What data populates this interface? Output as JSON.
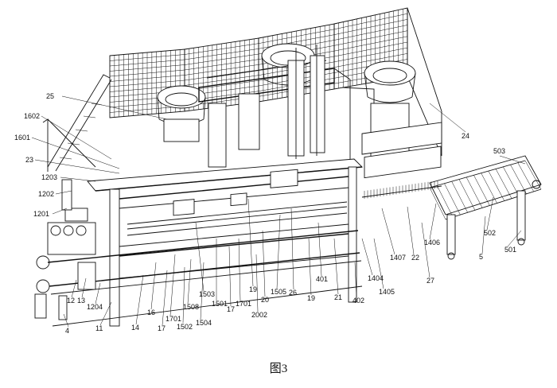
{
  "figure": {
    "caption": "图3",
    "callouts": [
      {
        "id": "25",
        "text": "25"
      },
      {
        "id": "1602",
        "text": "1602"
      },
      {
        "id": "1601",
        "text": "1601"
      },
      {
        "id": "23",
        "text": "23"
      },
      {
        "id": "1203",
        "text": "1203"
      },
      {
        "id": "1202",
        "text": "1202"
      },
      {
        "id": "1201",
        "text": "1201"
      },
      {
        "id": "12",
        "text": "12"
      },
      {
        "id": "13",
        "text": "13"
      },
      {
        "id": "1204",
        "text": "1204"
      },
      {
        "id": "4",
        "text": "4"
      },
      {
        "id": "11",
        "text": "11"
      },
      {
        "id": "14",
        "text": "14"
      },
      {
        "id": "16",
        "text": "16"
      },
      {
        "id": "17a",
        "text": "17"
      },
      {
        "id": "1701a",
        "text": "1701"
      },
      {
        "id": "1502",
        "text": "1502"
      },
      {
        "id": "1508",
        "text": "1508"
      },
      {
        "id": "1504",
        "text": "1504"
      },
      {
        "id": "1503",
        "text": "1503"
      },
      {
        "id": "1501",
        "text": "1501"
      },
      {
        "id": "17b",
        "text": "17"
      },
      {
        "id": "1701b",
        "text": "1701"
      },
      {
        "id": "19a",
        "text": "19"
      },
      {
        "id": "2002",
        "text": "2002"
      },
      {
        "id": "20",
        "text": "20"
      },
      {
        "id": "1505",
        "text": "1505"
      },
      {
        "id": "26",
        "text": "26"
      },
      {
        "id": "19b",
        "text": "19"
      },
      {
        "id": "401",
        "text": "401"
      },
      {
        "id": "21",
        "text": "21"
      },
      {
        "id": "402",
        "text": "402"
      },
      {
        "id": "1404",
        "text": "1404"
      },
      {
        "id": "1405",
        "text": "1405"
      },
      {
        "id": "1407",
        "text": "1407"
      },
      {
        "id": "22",
        "text": "22"
      },
      {
        "id": "27",
        "text": "27"
      },
      {
        "id": "1406",
        "text": "1406"
      },
      {
        "id": "5",
        "text": "5"
      },
      {
        "id": "502",
        "text": "502"
      },
      {
        "id": "501",
        "text": "501"
      },
      {
        "id": "503",
        "text": "503"
      },
      {
        "id": "24",
        "text": "24"
      }
    ]
  }
}
